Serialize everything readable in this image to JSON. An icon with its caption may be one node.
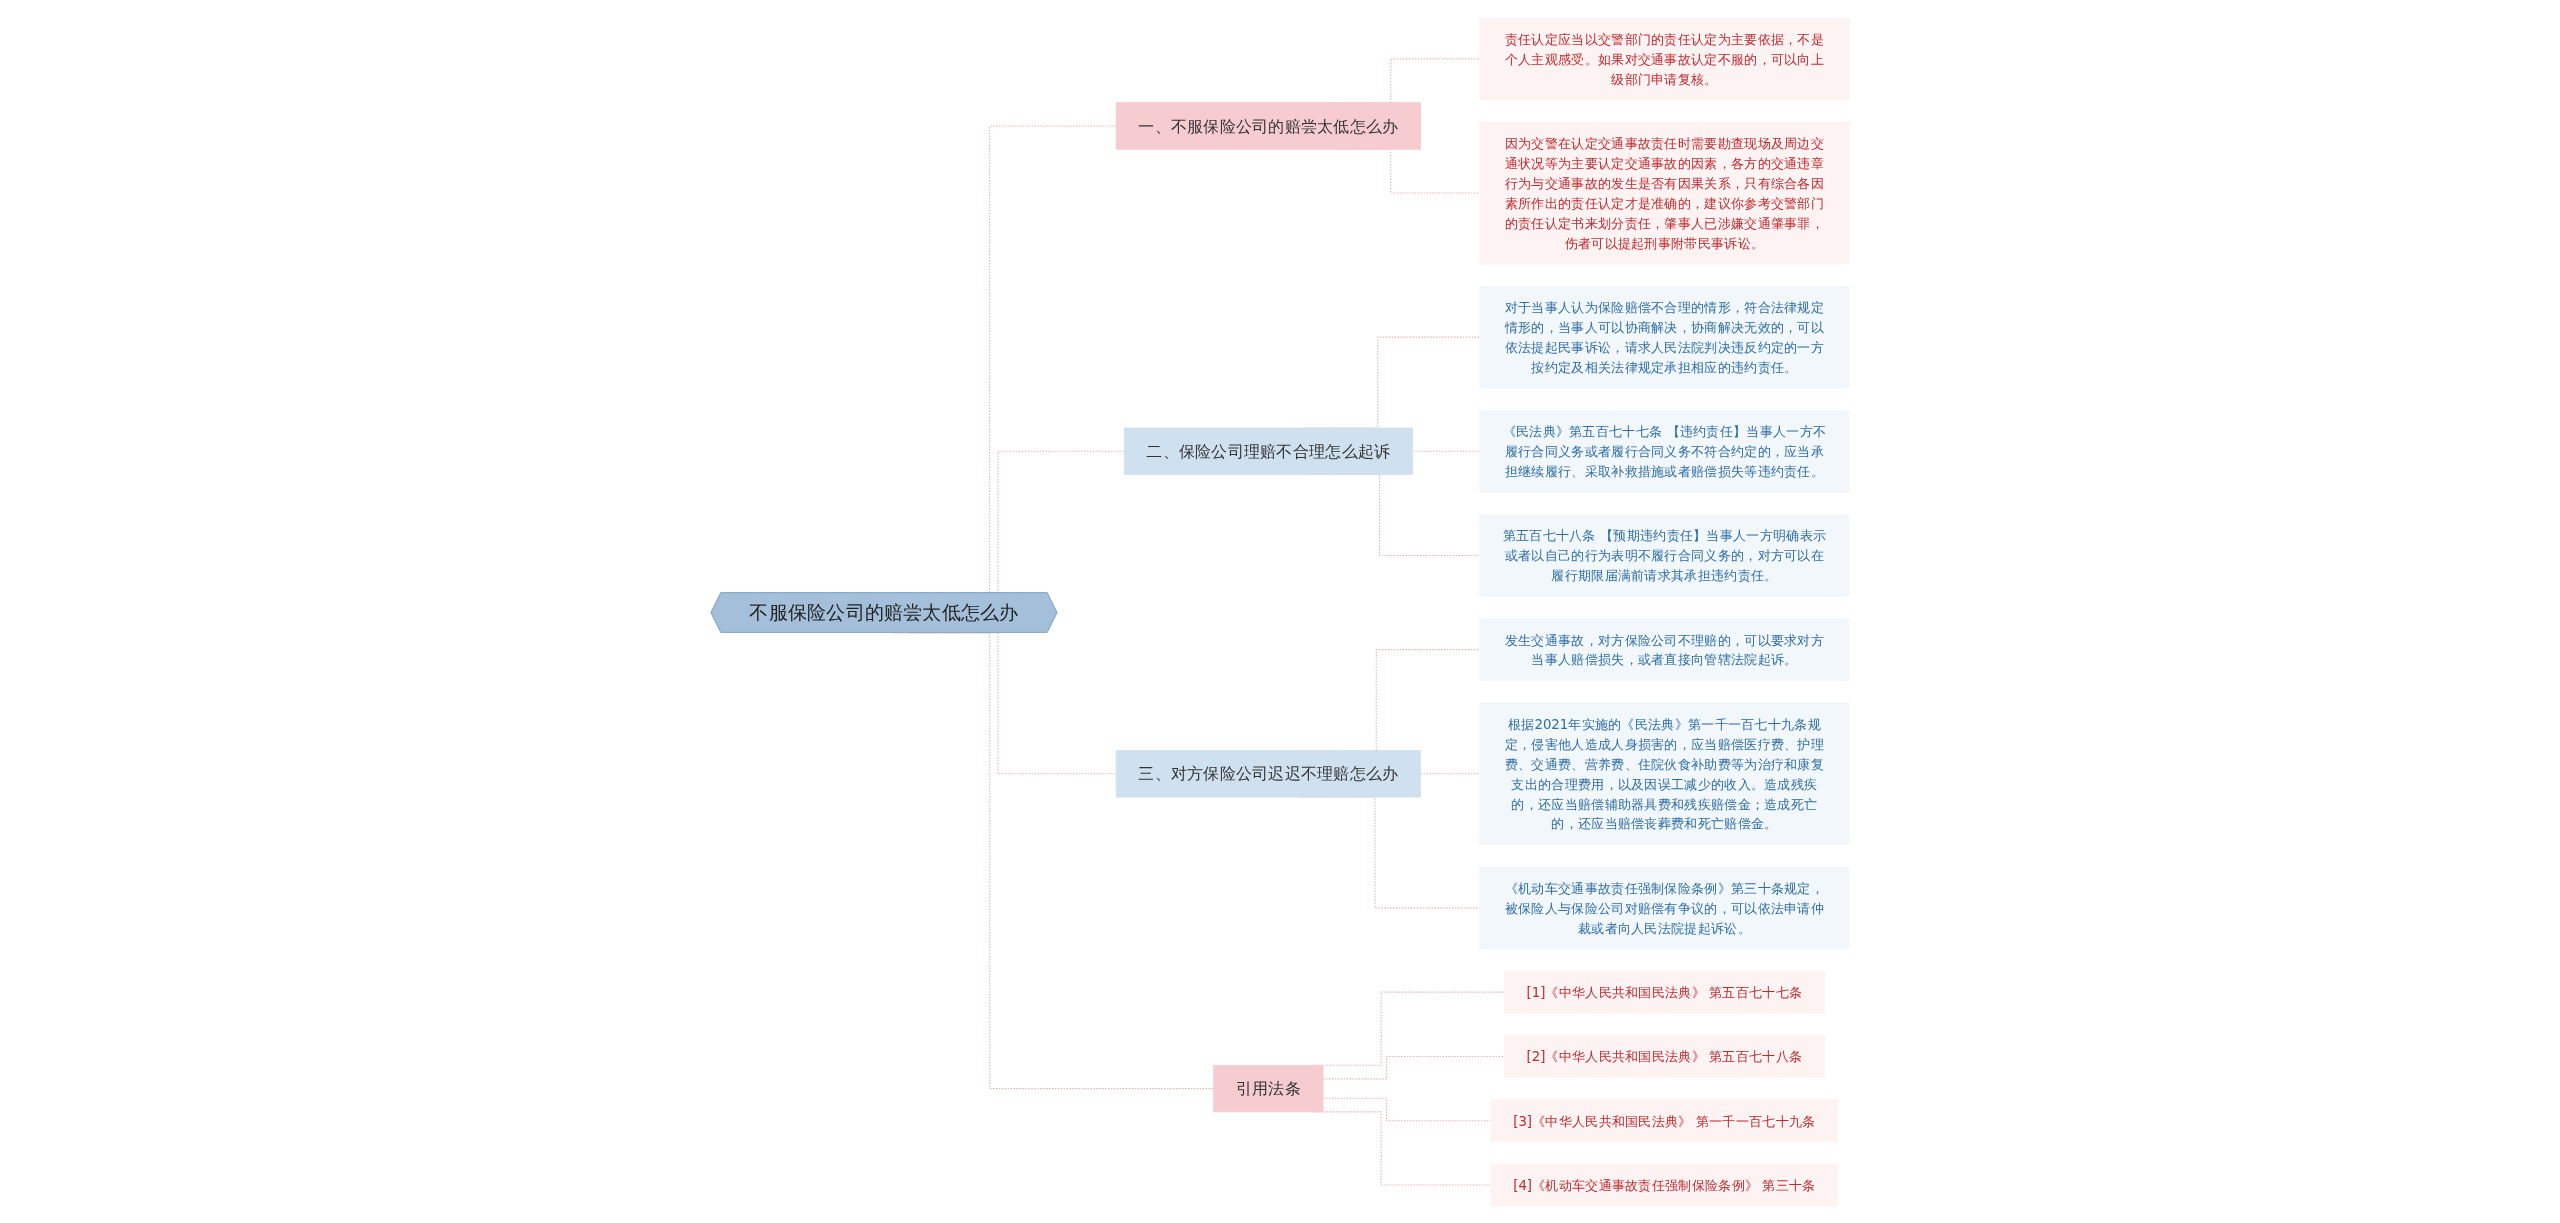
{
  "diagram": {
    "nodes": [
      {
        "text": [
          "不服保险公司的赔尝太低怎么办"
        ]
      },
      {
        "text": [
          "一、不服保险公司的赔尝太低怎么办"
        ]
      },
      {
        "text": [
          "责任认定应当以交警部门的责任认定为主要依据，不是个人主观感受。如果对交通事故认定不服的，可以向上级部门申请复核。"
        ]
      },
      {
        "text": [
          "因为交警在认定交通事故责任时需要勘查现场及周边交通状况等为主要认定交通事故的因素，各方的交通违章行为与交通事故的发生是否有因果关系，只有综合各因素所作出的责任认定才是准确的，建议你参考交警部门的责任认定书来划分责任，肇事人已涉嫌交通肇事罪，伤者可以提起刑事附带民事诉讼。"
        ]
      },
      {
        "text": [
          "二、保险公司理赔不合理怎么起诉"
        ]
      },
      {
        "text": [
          "对于当事人认为保险赔偿不合理的情形，符合法律规定情形的，当事人可以协商解决，协商解决无效的，可以依法提起民事诉讼，请求人民法院判决违反约定的一方按约定及相关法律规定承担相应的违约责任。"
        ]
      },
      {
        "text": [
          "《民法典》第五百七十七条 【违约责任】当事人一方不履行合同义务或者履行合同义务不符合约定的，应当承担继续履行、采取补救措施或者赔偿损失等违约责任。"
        ]
      },
      {
        "text": [
          "第五百七十八条 【预期违约责任】当事人一方明确表示或者以自己的行为表明不履行合同义务的，对方可以在履行期限届满前请求其承担违约责任。"
        ]
      },
      {
        "text": [
          "三、对方保险公司迟迟不理赔怎么办"
        ]
      },
      {
        "text": [
          "发生交通事故，对方保险公司不理赔的，可以要求对方当事人赔偿损失，或者直接向管辖法院起诉。"
        ]
      },
      {
        "text": [
          "根据2021年实施的《民法典》第一千一百七十九条规定，侵害他人造成人身损害的，应当赔偿医疗费、护理费、交通费、营养费、住院伙食补助费等为治疗和康复支出的合理费用，以及因误工减少的收入。造成残疾的，还应当赔偿辅助器具费和残疾赔偿金；造成死亡的，还应当赔偿丧葬费和死亡赔偿金。"
        ]
      },
      {
        "text": [
          "《机动车交通事故责任强制保险条例》第三十条规定，被保险人与保险公司对赔偿有争议的，可以依法申请仲裁或者向人民法院提起诉讼。"
        ]
      },
      {
        "text": [
          "引用法条"
        ]
      },
      {
        "text": [
          "[1]《中华人民共和国民法典》 第五百七十七条"
        ]
      },
      {
        "text": [
          "[2]《中华人民共和国民法典》 第五百七十八条"
        ]
      },
      {
        "text": [
          "[3]《中华人民共和国民法典》 第一千一百七十九条"
        ]
      },
      {
        "text": [
          "[4]《机动车交通事故责任强制保险条例》 第三十条"
        ]
      }
    ],
    "edges": [
      {
        "from": 0,
        "to": 1,
        "arrow": "none",
        "style": "dashed"
      },
      {
        "from": 1,
        "to": 2,
        "arrow": "none",
        "style": "dashed"
      },
      {
        "from": 1,
        "to": 3,
        "arrow": "none",
        "style": "dashed"
      },
      {
        "from": 0,
        "to": 4,
        "arrow": "none",
        "style": "dashed"
      },
      {
        "from": 4,
        "to": 5,
        "arrow": "none",
        "style": "dashed"
      },
      {
        "from": 4,
        "to": 6,
        "arrow": "none",
        "style": "dashed"
      },
      {
        "from": 4,
        "to": 7,
        "arrow": "none",
        "style": "dashed"
      },
      {
        "from": 0,
        "to": 8,
        "arrow": "none",
        "style": "dashed"
      },
      {
        "from": 8,
        "to": 9,
        "arrow": "none",
        "style": "dashed"
      },
      {
        "from": 8,
        "to": 10,
        "arrow": "none",
        "style": "dashed"
      },
      {
        "from": 8,
        "to": 11,
        "arrow": "none",
        "style": "dashed"
      },
      {
        "from": 0,
        "to": 12,
        "arrow": "none",
        "style": "dashed"
      },
      {
        "from": 12,
        "to": 13,
        "arrow": "none",
        "style": "dashed"
      },
      {
        "from": 12,
        "to": 14,
        "arrow": "none",
        "style": "dashed"
      },
      {
        "from": 12,
        "to": 15,
        "arrow": "none",
        "style": "dashed"
      },
      {
        "from": 12,
        "to": 16,
        "arrow": "none",
        "style": "dashed"
      }
    ]
  }
}
